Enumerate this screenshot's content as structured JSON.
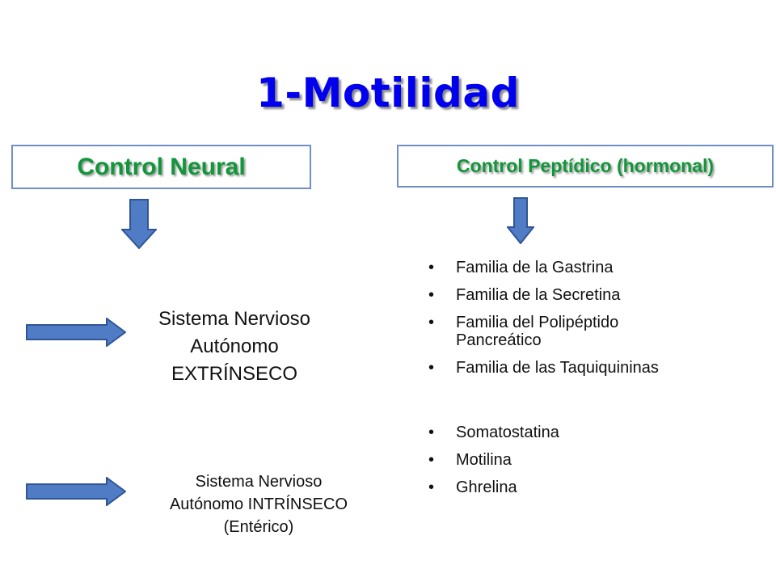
{
  "title": "1-Motilidad",
  "neural": {
    "box_label": "Control Neural",
    "extrinseco_lines": [
      "Sistema Nervioso",
      "Autónomo",
      "EXTRÍNSECO"
    ],
    "intrinseco_lines": [
      "Sistema Nervioso",
      "Autónomo INTRÍNSECO",
      "(Entérico)"
    ]
  },
  "peptide": {
    "box_label": "Control Peptídico (hormonal)",
    "bullet": "•",
    "families": [
      "Familia de la Gastrina",
      "Familia de la Secretina",
      "Familia del Polipéptido",
      "Pancreático",
      "Familia de las Taquiquininas"
    ],
    "others": [
      "Somatostatina",
      "Motilina",
      "Ghrelina"
    ]
  },
  "colors": {
    "title": "#0000ee",
    "box_text": "#12963a",
    "box_border": "#6f8fc6",
    "arrow_fill": "#4f7cc4",
    "arrow_stroke": "#2f5597"
  }
}
